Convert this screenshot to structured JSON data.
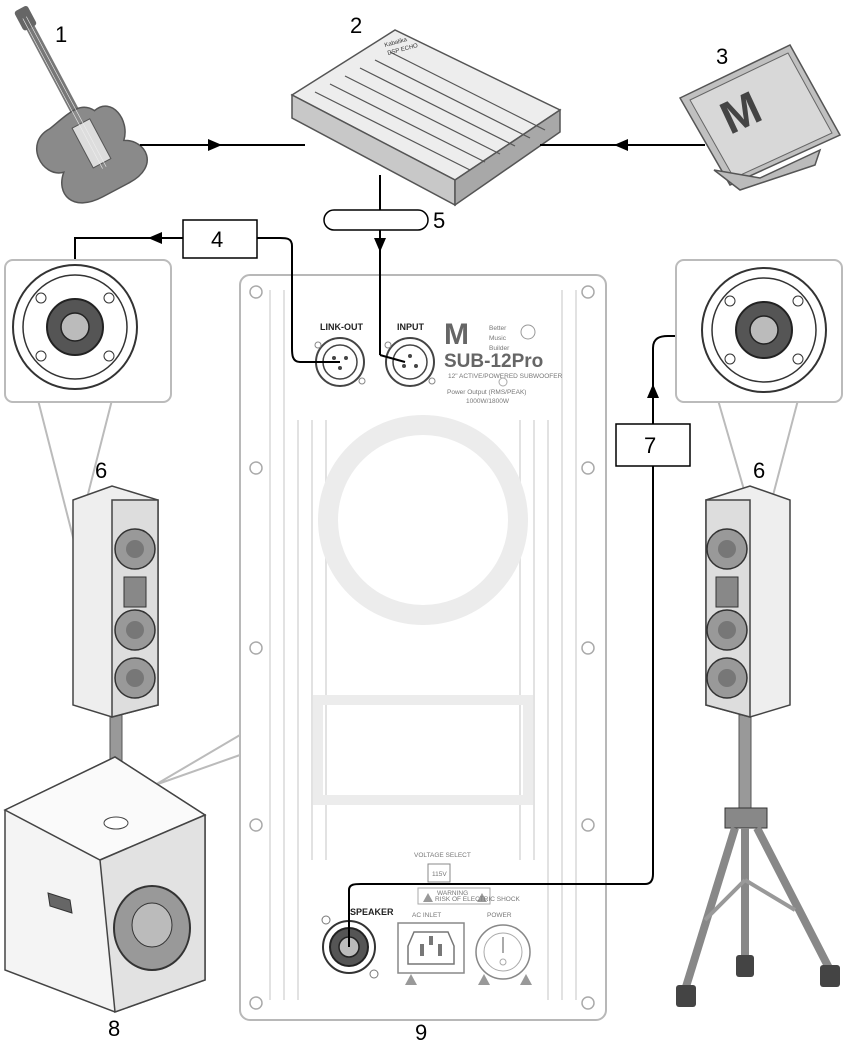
{
  "callouts": {
    "guitar": "1",
    "mixer": "2",
    "laptop": "3",
    "link_out_cable": "4",
    "input_cable": "5",
    "speaker_left": "6",
    "speaker_right": "6",
    "speaker_cable": "7",
    "subwoofer": "8",
    "amp_plate": "9"
  },
  "mixer": {
    "brand_line1": "Kabalika",
    "brand_line2": "DSP ECHO"
  },
  "plate": {
    "link_out": "LINK-OUT",
    "input": "INPUT",
    "logo_letter": "M",
    "brand_lines": [
      "Better",
      "Music",
      "Builder"
    ],
    "model": "SUB-12Pro",
    "subtitle": "12\" ACTIVE/POWERED SUBWOOFER",
    "power_output_label": "Power Output (RMS/PEAK)",
    "power_output_value": "1000W/1800W",
    "voltage_select": "VOLTAGE SELECT",
    "voltage_value": "115V",
    "warning_title": "WARNING",
    "warning_text": "RISK OF ELECTRIC SHOCK",
    "speaker": "SPEAKER",
    "ac_inlet": "AC INLET",
    "power": "POWER"
  },
  "colors": {
    "line": "#000000",
    "plate_outline": "#b8b8b8",
    "plate_fill": "#ffffff",
    "device_gray": "#8a8a8a",
    "dark_gray": "#4a4a4a"
  }
}
